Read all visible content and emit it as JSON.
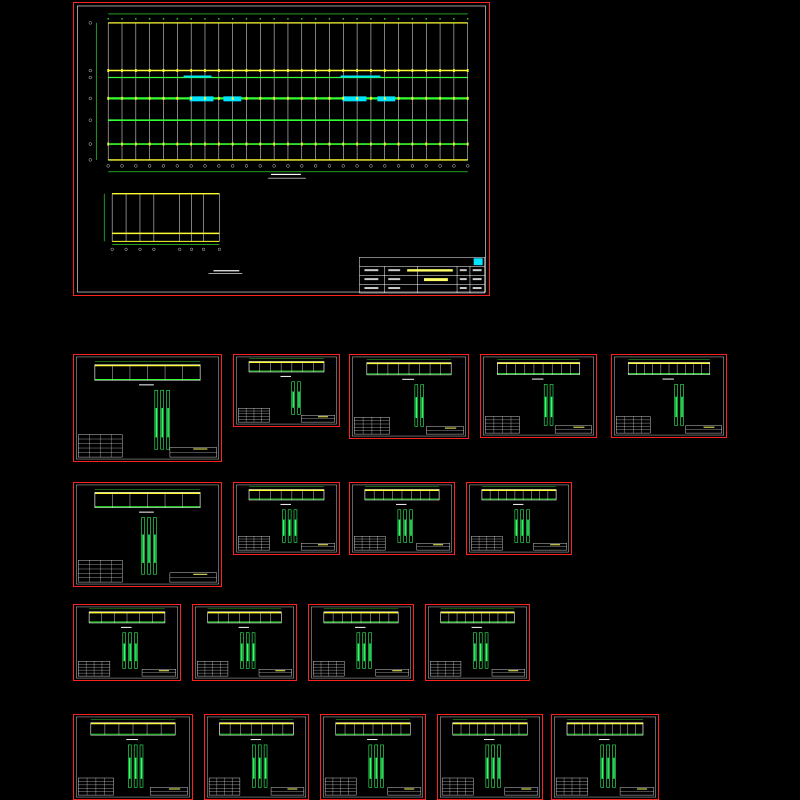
{
  "colors": {
    "background": "#000000",
    "sheet_border": "#ff2020",
    "beam_line": "#ffff33",
    "column_line": "#ffffff",
    "accent_green": "#33ff33",
    "accent_cyan": "#00e5ff",
    "detail_fill": "#33ff66"
  },
  "main_sheet": {
    "title_block": {
      "project_label": "",
      "logo_color": "#00e5ff"
    }
  },
  "small_sheets": {
    "rows": [
      {
        "count": 5,
        "style": [
          "beam-elev-a",
          "beam-elev-b",
          "beam-elev-b",
          "beam-elev-b",
          "beam-elev-c"
        ]
      },
      {
        "count": 4,
        "style": [
          "beam-elev-a",
          "beam-elev-d",
          "beam-elev-d",
          "beam-elev-d"
        ]
      },
      {
        "count": 4,
        "style": [
          "beam-elev-e",
          "beam-elev-e",
          "beam-elev-e",
          "beam-elev-e"
        ]
      },
      {
        "count": 5,
        "style": [
          "beam-elev-e",
          "beam-elev-e",
          "beam-elev-e",
          "beam-elev-e",
          "beam-elev-e"
        ]
      }
    ]
  }
}
